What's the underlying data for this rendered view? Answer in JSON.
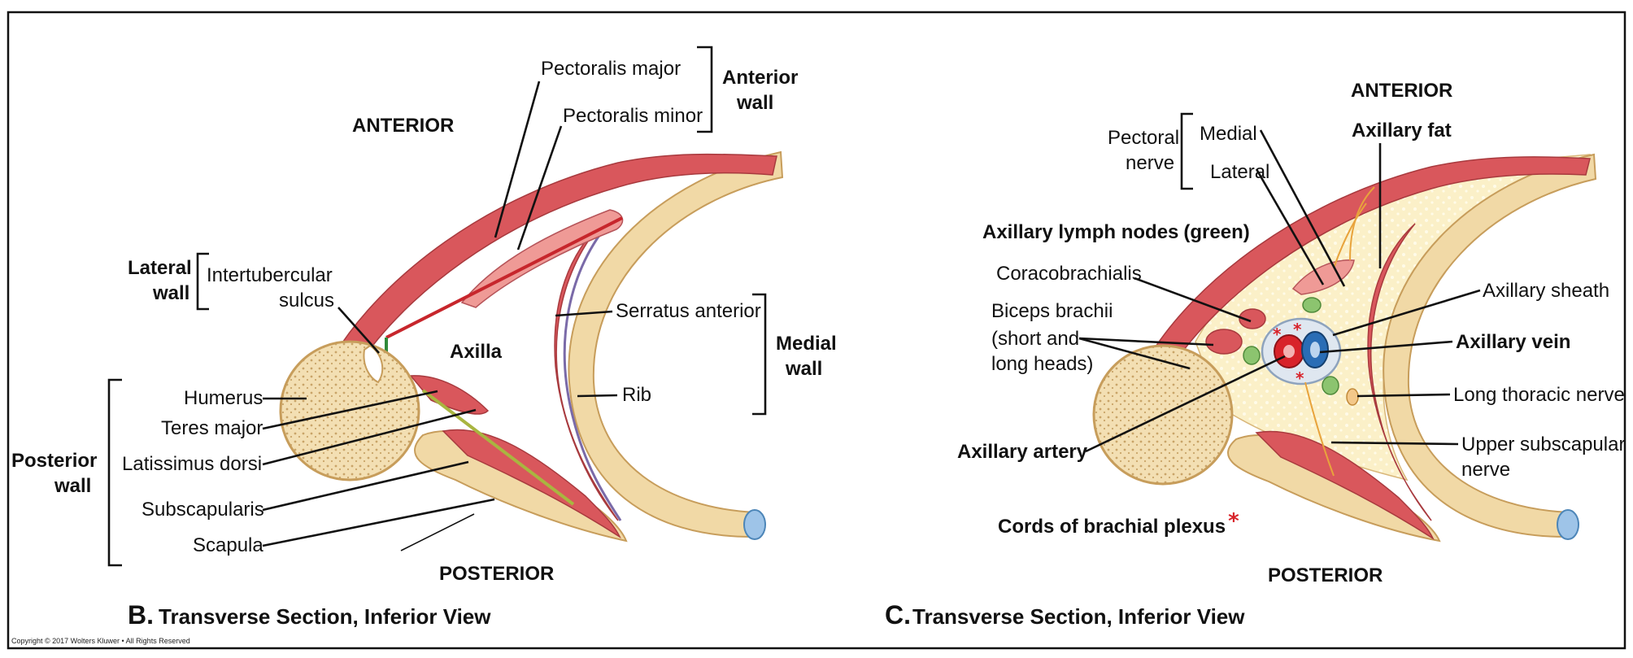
{
  "panel_b": {
    "anterior": "ANTERIOR",
    "posterior": "POSTERIOR",
    "axilla": "Axilla",
    "pectoralis_major": "Pectoralis major",
    "pectoralis_minor": "Pectoralis minor",
    "anterior_wall_1": "Anterior",
    "anterior_wall_2": "wall",
    "lateral_wall_1": "Lateral",
    "lateral_wall_2": "wall",
    "intertubercular_1": "Intertubercular",
    "intertubercular_2": "sulcus",
    "serratus_anterior": "Serratus anterior",
    "rib": "Rib",
    "medial_wall_1": "Medial",
    "medial_wall_2": "wall",
    "posterior_wall_1": "Posterior",
    "posterior_wall_2": "wall",
    "humerus": "Humerus",
    "teres_major": "Teres major",
    "latissimus_dorsi": "Latissimus dorsi",
    "subscapularis": "Subscapularis",
    "scapula": "Scapula",
    "caption_letter": "B.",
    "caption": "Transverse Section, Inferior View"
  },
  "panel_c": {
    "anterior": "ANTERIOR",
    "posterior": "POSTERIOR",
    "pectoral_nerve_1": "Pectoral",
    "pectoral_nerve_2": "nerve",
    "medial": "Medial",
    "lateral": "Lateral",
    "axillary_fat": "Axillary fat",
    "lymph_nodes": "Axillary lymph nodes",
    "lymph_nodes_note": "(green)",
    "coracobrachialis": "Coracobrachialis",
    "biceps_1": "Biceps brachii",
    "biceps_2": "(short and",
    "biceps_3": "long heads)",
    "axillary_sheath": "Axillary sheath",
    "axillary_vein": "Axillary vein",
    "long_thoracic": "Long thoracic nerve",
    "axillary_artery": "Axillary artery",
    "upper_subscapular_1": "Upper subscapular",
    "upper_subscapular_2": "nerve",
    "cords": "Cords of brachial plexus",
    "cords_star": "*",
    "caption_letter": "C.",
    "caption": "Transverse Section, Inferior View"
  },
  "copyright": "Copyright © 2017 Wolters Kluwer • All Rights Reserved",
  "colors": {
    "muscle": "#d9575c",
    "muscle_light": "#ef9a96",
    "bone": "#f1d9a6",
    "bone_dark": "#d9b77a",
    "fat": "#fbefc4",
    "artery": "#d8232a",
    "vein": "#2a6db5",
    "node": "#8cc46f",
    "nerve": "#e8a33c",
    "frame": "#111111"
  }
}
